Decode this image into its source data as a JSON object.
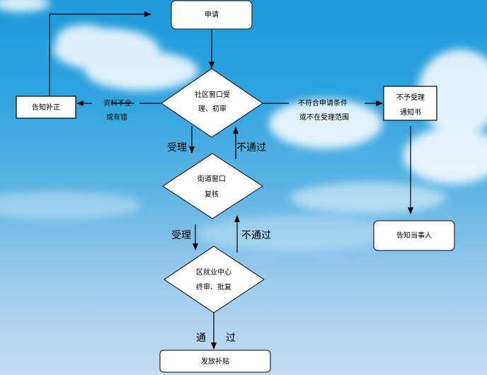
{
  "diagram": {
    "type": "flowchart",
    "background": {
      "description": "blue sky with white clouds",
      "top_color": "#1c9ad9",
      "bottom_color": "#c6dcf2"
    },
    "nodes": {
      "apply": {
        "label": "申请",
        "shape": "rounded-rect"
      },
      "community": {
        "line1": "社区窗口受",
        "line2": "理、初审",
        "shape": "diamond"
      },
      "notify_fix": {
        "label": "告知补正",
        "shape": "rect"
      },
      "reject_notice": {
        "line1": "不予受理",
        "line2": "通知书",
        "shape": "rect"
      },
      "street": {
        "line1": "街道窗口",
        "line2": "复核",
        "shape": "diamond"
      },
      "district": {
        "line1": "区就业中心",
        "line2": "终审、批复",
        "shape": "diamond"
      },
      "inform_party": {
        "label": "告知当事人",
        "shape": "rounded-rect"
      },
      "issue_subsidy": {
        "label": "发放补贴",
        "shape": "rounded-rect"
      }
    },
    "edges": {
      "incomplete": {
        "line1": "资料不全",
        "line2": "或有错"
      },
      "not_eligible": {
        "line1": "不符合申请条件",
        "line2": "或不在受理范围"
      },
      "accept1": {
        "label": "受理"
      },
      "reject1": {
        "label": "不通过"
      },
      "accept2": {
        "label": "受理"
      },
      "reject2": {
        "label": "不通过"
      },
      "pass_left": {
        "label": "通"
      },
      "pass_right": {
        "label": "过"
      }
    }
  }
}
